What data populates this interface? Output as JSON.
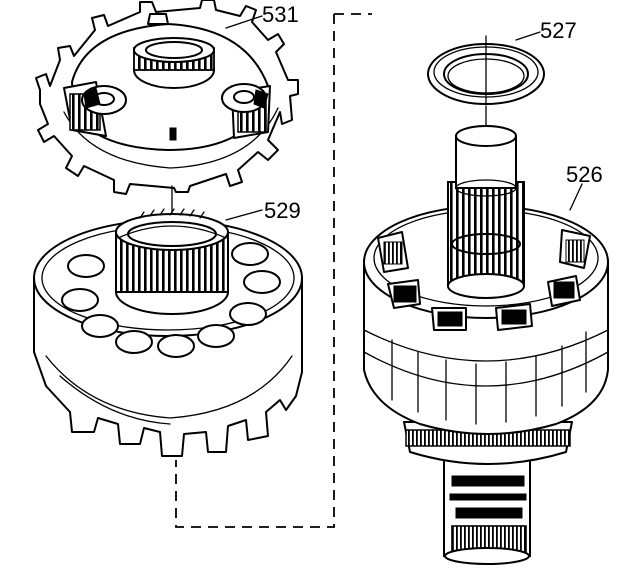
{
  "labels": {
    "part_531": "531",
    "part_529": "529",
    "part_527": "527",
    "part_526": "526"
  }
}
